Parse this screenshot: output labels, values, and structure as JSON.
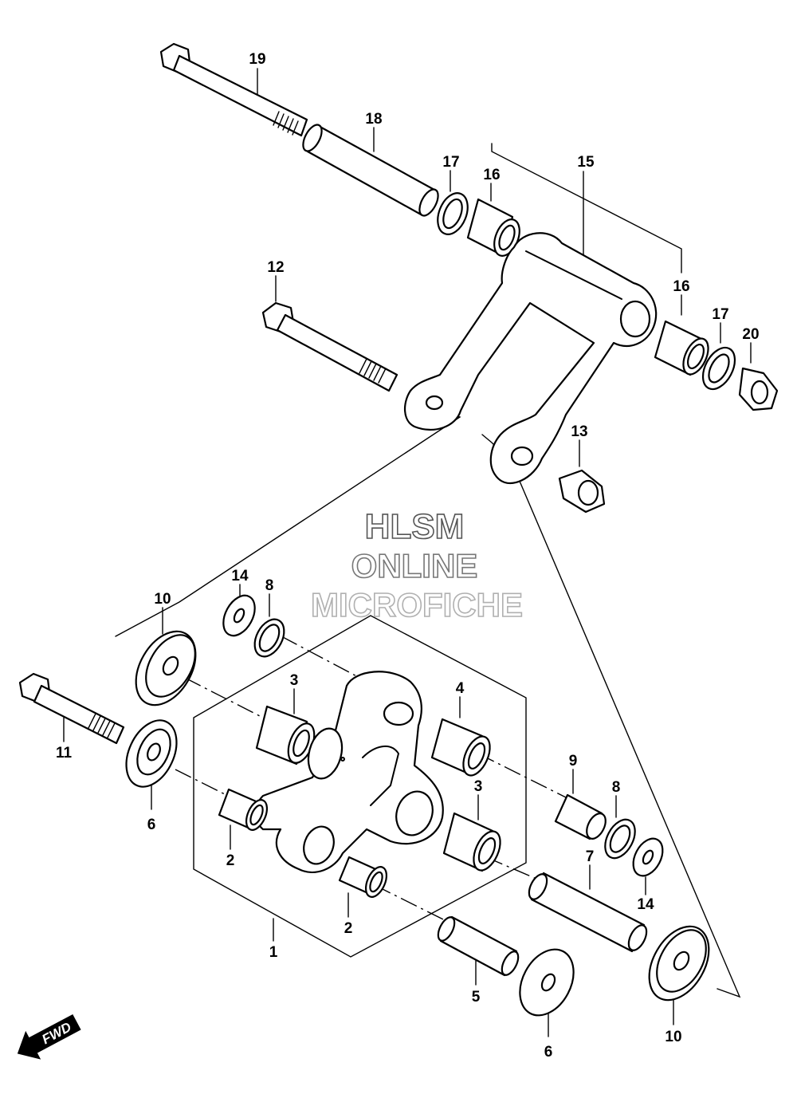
{
  "watermark": {
    "line1": "HLSM",
    "line2": "ONLINE",
    "line3": "MICROFICHE"
  },
  "direction_indicator": {
    "label": "FWD"
  },
  "callouts": [
    {
      "id": "c19",
      "label": "19"
    },
    {
      "id": "c18",
      "label": "18"
    },
    {
      "id": "c17a",
      "label": "17"
    },
    {
      "id": "c16a",
      "label": "16"
    },
    {
      "id": "c15",
      "label": "15"
    },
    {
      "id": "c16b",
      "label": "16"
    },
    {
      "id": "c17b",
      "label": "17"
    },
    {
      "id": "c20",
      "label": "20"
    },
    {
      "id": "c12",
      "label": "12"
    },
    {
      "id": "c13",
      "label": "13"
    },
    {
      "id": "c14a",
      "label": "14"
    },
    {
      "id": "c8a",
      "label": "8"
    },
    {
      "id": "c10a",
      "label": "10"
    },
    {
      "id": "c3a",
      "label": "3"
    },
    {
      "id": "c4",
      "label": "4"
    },
    {
      "id": "c11",
      "label": "11"
    },
    {
      "id": "c6a",
      "label": "6"
    },
    {
      "id": "c2a",
      "label": "2"
    },
    {
      "id": "c3b",
      "label": "3"
    },
    {
      "id": "c9",
      "label": "9"
    },
    {
      "id": "c8b",
      "label": "8"
    },
    {
      "id": "c7",
      "label": "7"
    },
    {
      "id": "c14b",
      "label": "14"
    },
    {
      "id": "c2b",
      "label": "2"
    },
    {
      "id": "c1",
      "label": "1"
    },
    {
      "id": "c5",
      "label": "5"
    },
    {
      "id": "c6b",
      "label": "6"
    },
    {
      "id": "c10b",
      "label": "10"
    }
  ],
  "colors": {
    "ink": "#000000",
    "paper": "#ffffff",
    "watermark_stroke": "#555555",
    "watermark_faint": "#b0b0b0"
  }
}
